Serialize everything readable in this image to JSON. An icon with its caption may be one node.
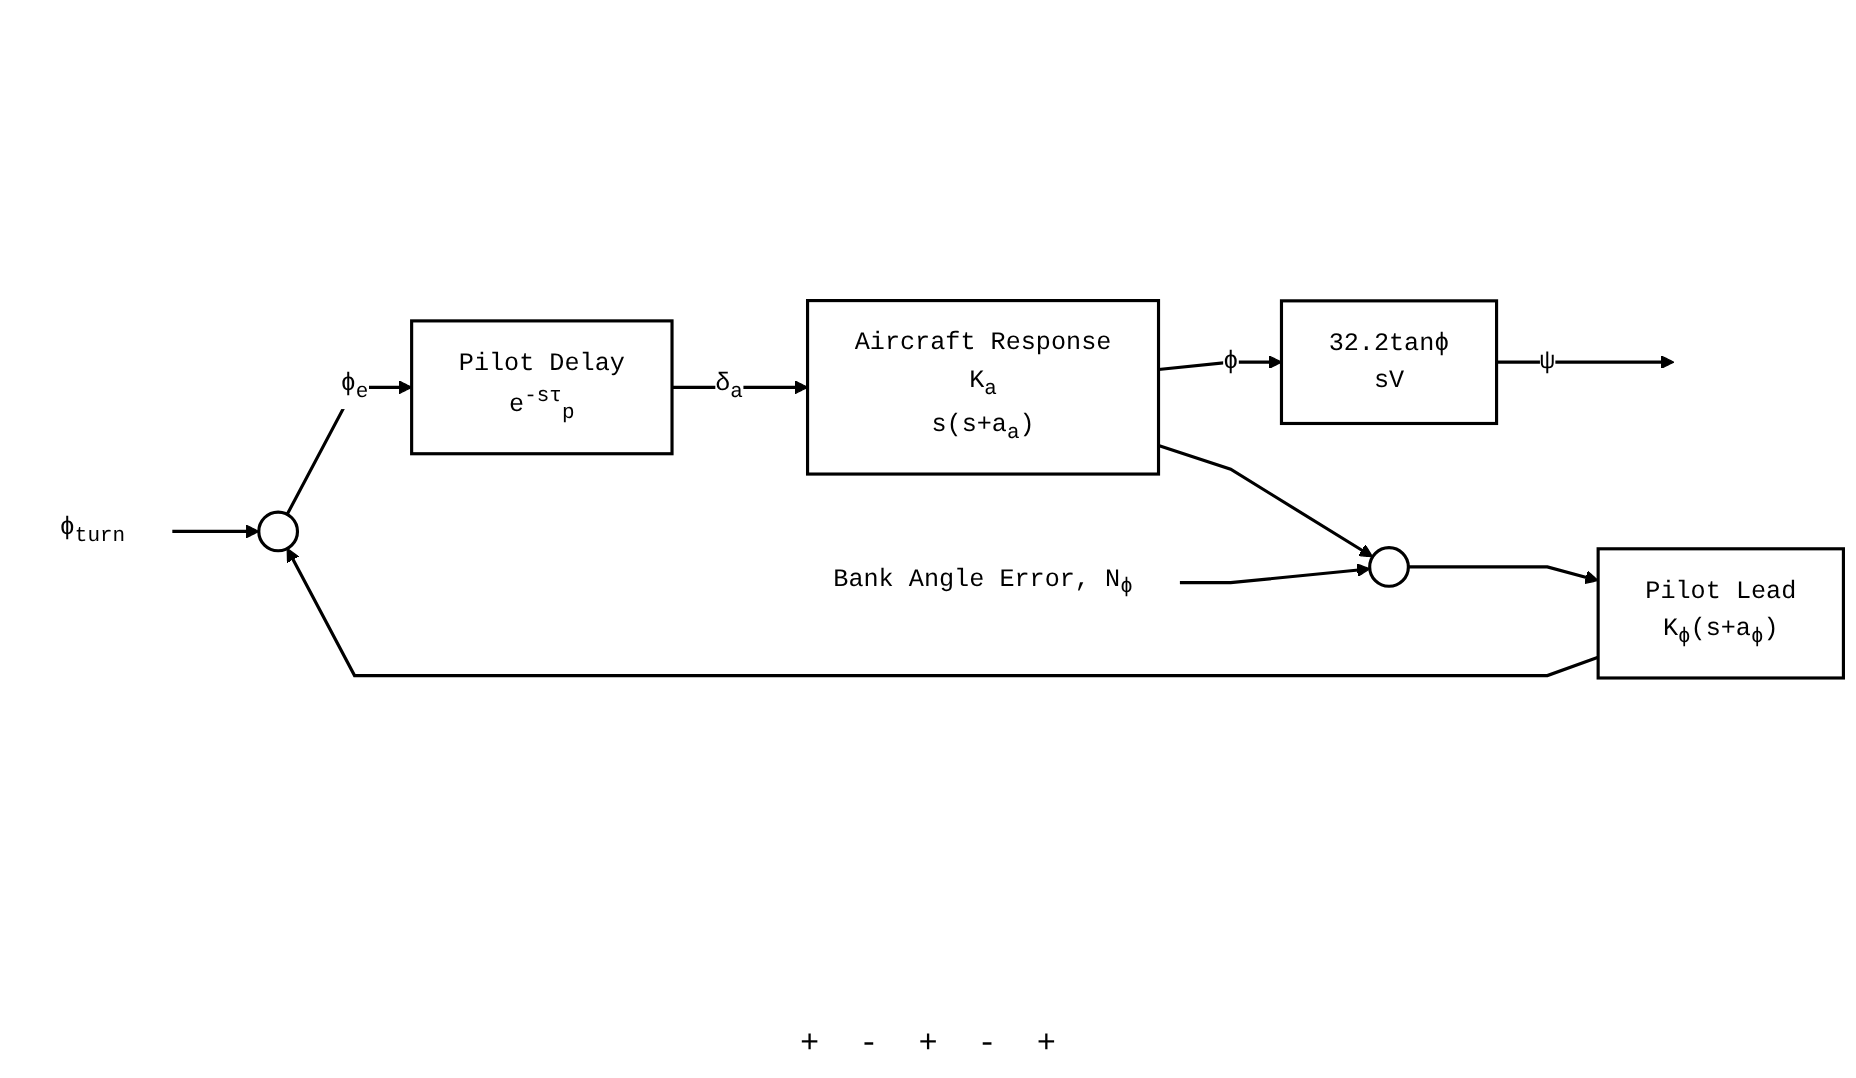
{
  "diagram": {
    "nodes": [
      {
        "text": [
          "ϕ$_{turn}$"
        ]
      },
      {
        "text": [],
        "shape": "circle"
      },
      {
        "text": [
          "Pilot Delay",
          "e$^{-sτ}$$_{p}$"
        ]
      },
      {
        "text": [
          "Aircraft Response",
          "K$_{a}$",
          "s(s+a$_{a}$)"
        ]
      },
      {
        "text": [
          "32.2tanϕ",
          "sV"
        ]
      },
      {
        "text": [],
        "shape": "circle"
      },
      {
        "text": [
          "Bank Angle Error, N$_{ϕ}$"
        ]
      },
      {
        "text": [
          "Pilot Lead",
          "K$_{ϕ}$(s+a$_{ϕ}$)"
        ]
      }
    ],
    "edges": [
      {
        "from": 0,
        "to": 1,
        "arrow": "to"
      },
      {
        "from": 1,
        "to": 2,
        "arrow": "to",
        "label": "ϕ$_{e}$"
      },
      {
        "from": 2,
        "to": 3,
        "arrow": "to",
        "label": "δ$_{a}$"
      },
      {
        "from": 3,
        "to": 4,
        "arrow": "to",
        "label": "ϕ"
      },
      {
        "from": 3,
        "to": 5,
        "arrow": "to"
      },
      {
        "from": 4,
        "to": null,
        "arrow": "to",
        "label": "ψ"
      },
      {
        "from": 6,
        "to": 5,
        "arrow": "to"
      },
      {
        "from": 5,
        "to": 7,
        "arrow": "to"
      },
      {
        "from": 7,
        "to": 1,
        "arrow": "to"
      }
    ],
    "labels": [
      "+",
      "-",
      "+",
      "-",
      "+"
    ]
  }
}
